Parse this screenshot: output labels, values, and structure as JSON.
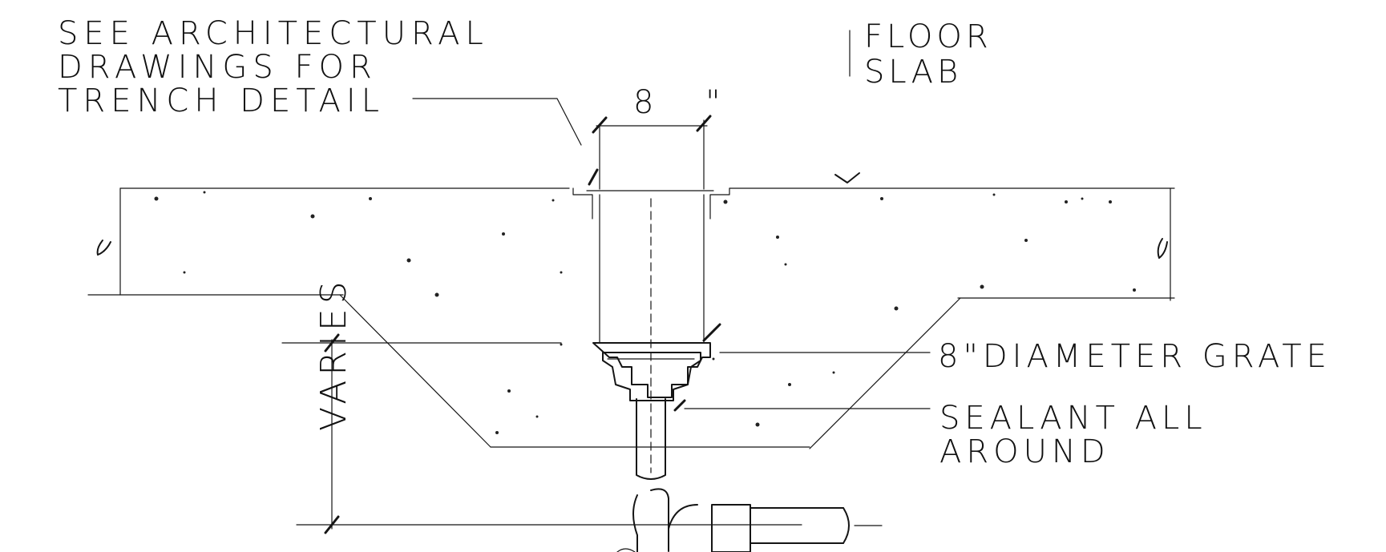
{
  "notes": {
    "architectural": [
      "SEE ARCHITECTURAL",
      "DRAWINGS FOR",
      "TRENCH DETAIL"
    ],
    "floor_slab": [
      "FLOOR",
      "SLAB"
    ],
    "grate": "8\"DIAMETER GRATE",
    "sealant": [
      "SEALANT ALL",
      "AROUND"
    ]
  },
  "dimensions": {
    "width": "8 \"",
    "depth": "VARIES"
  },
  "colors": {
    "ink": "#151515",
    "paper": "#ffffff"
  }
}
